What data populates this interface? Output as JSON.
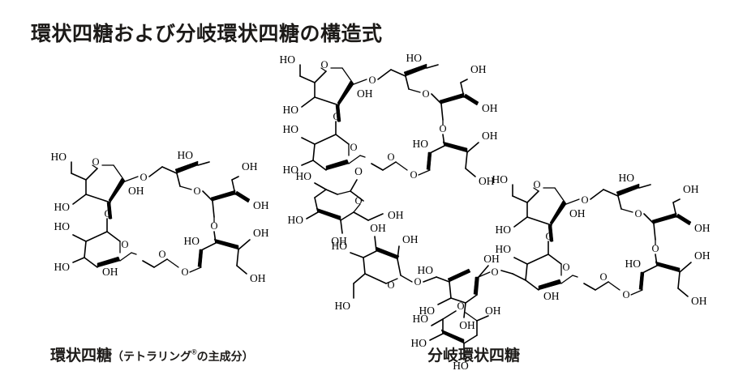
{
  "figure": {
    "title": "環状四糖および分岐環状四糖の構造式",
    "background_color": "#ffffff",
    "ink_color": "#000000",
    "text_color": "#1c1a18"
  },
  "captions": {
    "left_main": "環状四糖",
    "left_paren_open": "（",
    "left_sub": "テトラリング",
    "left_registered": "®",
    "left_sub_tail": "の主成分",
    "left_paren_close": "）",
    "right_main": "分岐環状四糖"
  },
  "structures": [
    {
      "id": "cyclic-tetrasaccharide",
      "name": "環状四糖",
      "ring_units": 4,
      "branch_units": 0,
      "atom_labels": [
        "O",
        "OH",
        "HO"
      ]
    },
    {
      "id": "branched-cyclic-tetrasaccharide-upper",
      "name": "分岐環状四糖 (上)",
      "ring_units": 4,
      "branch_units": 1,
      "atom_labels": [
        "O",
        "OH",
        "HO"
      ]
    },
    {
      "id": "branched-cyclic-tetrasaccharide-lower",
      "name": "分岐環状四糖 (下)",
      "ring_units": 4,
      "branch_units": 3,
      "atom_labels": [
        "O",
        "OH",
        "HO"
      ]
    }
  ],
  "labels": {
    "hydroxyl_right": "OH",
    "hydroxyl_left": "HO",
    "oxygen": "O"
  }
}
